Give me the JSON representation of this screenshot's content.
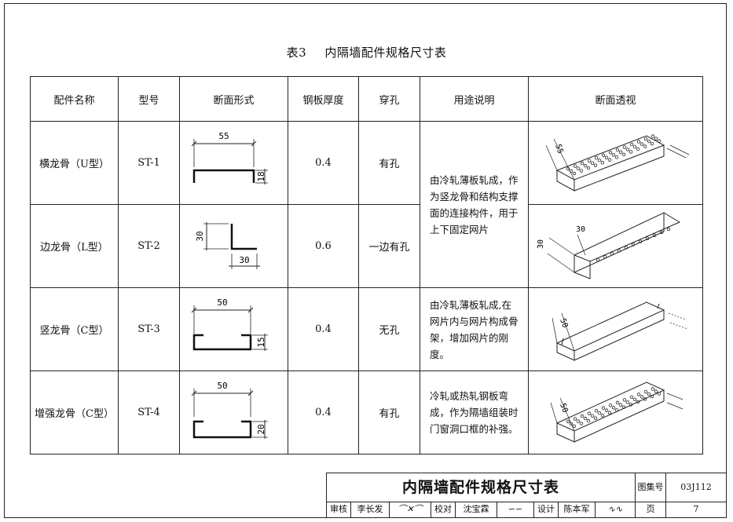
{
  "caption": {
    "number": "表3",
    "title": "内隔墙配件规格尺寸表"
  },
  "table": {
    "headers": [
      "配件名称",
      "型号",
      "断面形式",
      "钢板厚度",
      "穿孔",
      "用途说明",
      "断面透视"
    ],
    "rows": [
      {
        "name": "横龙骨（U型）",
        "model": "ST-1",
        "thickness": "0.4",
        "holes": "有孔",
        "width_dim": "55",
        "height_dim": "18"
      },
      {
        "name": "边龙骨（L型）",
        "model": "ST-2",
        "thickness": "0.6",
        "holes": "一边有孔",
        "width_dim": "30",
        "height_dim": "30"
      },
      {
        "name": "竖龙骨（C型）",
        "model": "ST-3",
        "thickness": "0.4",
        "holes": "无孔",
        "width_dim": "50",
        "height_dim": "15"
      },
      {
        "name": "增强龙骨（C型）",
        "model": "ST-4",
        "thickness": "0.4",
        "holes": "有孔",
        "width_dim": "50",
        "height_dim": "20"
      }
    ],
    "usage": {
      "rows12": "由冷轧薄板轧成，作为竖龙骨和结构支撑面的连接构件，用于上下固定网片",
      "row3": "由冷轧薄板轧成,在网片内与网片构成骨架，增加网片的刚度。",
      "row4": "冷轧或热轧钢板弯成，作为隔墙组装时门窗洞口框的补强。"
    },
    "perspective_dims": {
      "p1": "55",
      "p2": "30",
      "p2b": "30",
      "p3": "50",
      "p4": "50"
    }
  },
  "title_block": {
    "title": "内隔墙配件规格尺寸表",
    "atlas_label": "图集号",
    "atlas_no": "03J112",
    "review_label": "审核",
    "reviewer": "李长发",
    "check_label": "校对",
    "checker": "沈宝霖",
    "design_label": "设计",
    "designer": "陈本军",
    "page_label": "页",
    "page_no": "7"
  }
}
